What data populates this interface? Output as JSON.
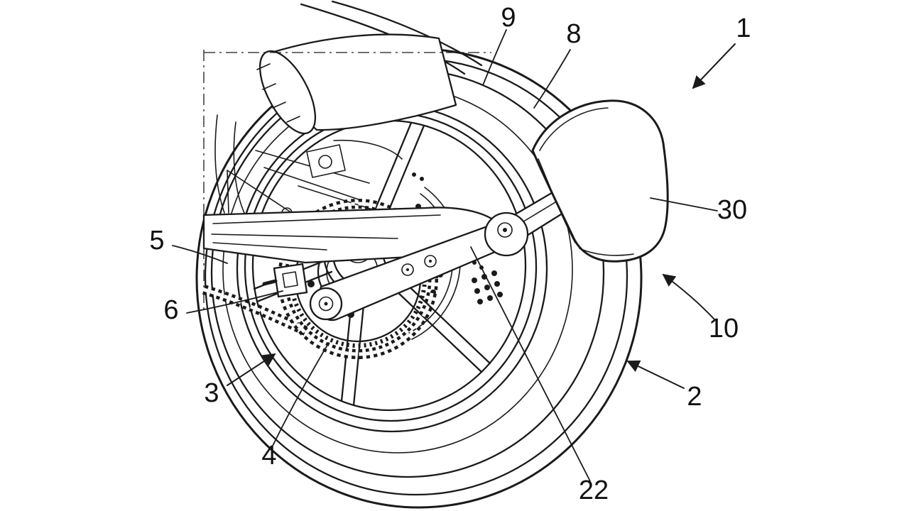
{
  "figure": {
    "type": "patent-line-drawing",
    "colors": {
      "background": "#ffffff",
      "ink": "#1a1a1a"
    },
    "labels": [
      {
        "ref": "9",
        "text": "9"
      },
      {
        "ref": "8",
        "text": "8"
      },
      {
        "ref": "1",
        "text": "1"
      },
      {
        "ref": "30",
        "text": "30"
      },
      {
        "ref": "5",
        "text": "5"
      },
      {
        "ref": "6",
        "text": "6"
      },
      {
        "ref": "10",
        "text": "10"
      },
      {
        "ref": "3",
        "text": "3"
      },
      {
        "ref": "2",
        "text": "2"
      },
      {
        "ref": "4",
        "text": "4"
      },
      {
        "ref": "22",
        "text": "22"
      }
    ]
  }
}
